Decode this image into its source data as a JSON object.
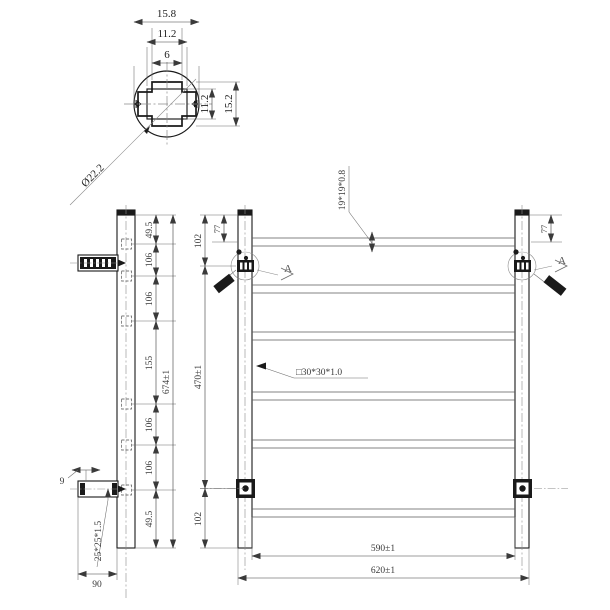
{
  "drawing": {
    "title": "Towel Rack Assembly Technical Drawing",
    "background_color": "#ffffff",
    "line_color": "#1a1a1a",
    "dim_color": "#3a3a3a",
    "center_line_color": "#7a7a7a",
    "fill_color": "#1a1a1a"
  },
  "section_view": {
    "name": "cross-section-detail",
    "dimensions": {
      "overall_width": "15.8",
      "inner_width": "11.2",
      "center_width": "6",
      "inner_height": "11.2",
      "overall_height": "15.2",
      "diameter": "Ø22.2"
    }
  },
  "side_view": {
    "name": "side-elevation",
    "dimensions": {
      "top_offset": "49.5",
      "space_1": "106",
      "space_2": "106",
      "space_middle": "155",
      "space_3": "106",
      "space_4": "106",
      "bottom_offset": "49.5",
      "overall_height": "674±1",
      "bracket_thickness": "9",
      "post_profile": "25*25*1.5",
      "base_width": "90"
    }
  },
  "front_view": {
    "name": "front-elevation",
    "dimensions": {
      "top_to_bracket": "102",
      "top_short": "77",
      "top_short_right": "77",
      "rail_height": "470±1",
      "bottom_to_base": "102",
      "inner_width": "590±1",
      "overall_width": "620±1",
      "rail_profile": "19*19*0.8",
      "post_profile": "□30*30*1.0"
    },
    "detail_marks": {
      "left": "A",
      "right": "A"
    },
    "rail_count": 6
  }
}
